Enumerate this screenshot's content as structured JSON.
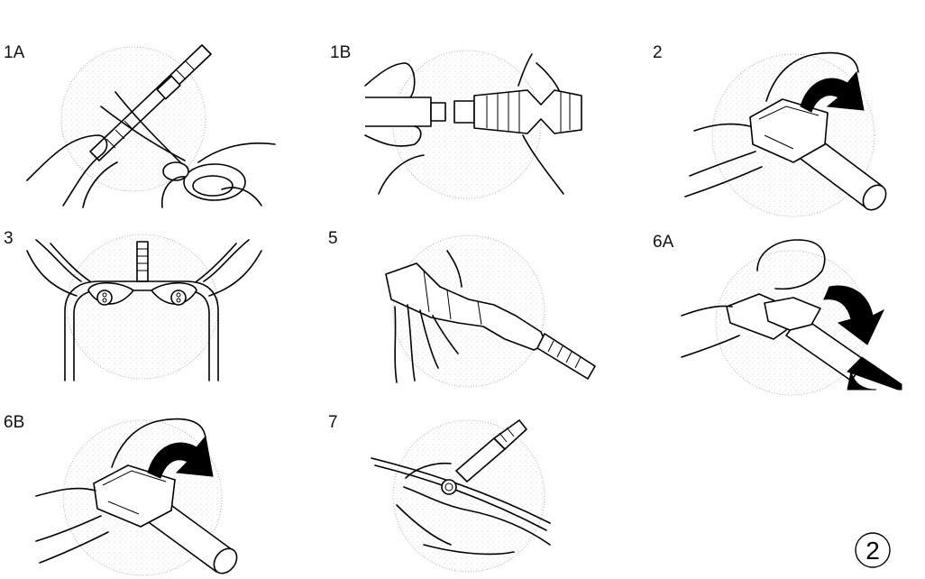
{
  "steps": [
    {
      "id": "1A",
      "label": "1A"
    },
    {
      "id": "1B",
      "label": "1B"
    },
    {
      "id": "2",
      "label": "2"
    },
    {
      "id": "3",
      "label": "3"
    },
    {
      "id": "5",
      "label": "5"
    },
    {
      "id": "6A",
      "label": "6A"
    },
    {
      "id": "6B",
      "label": "6B"
    },
    {
      "id": "7",
      "label": "7"
    }
  ],
  "page_marker": {
    "icon": "circled-2-icon",
    "text": "2"
  }
}
